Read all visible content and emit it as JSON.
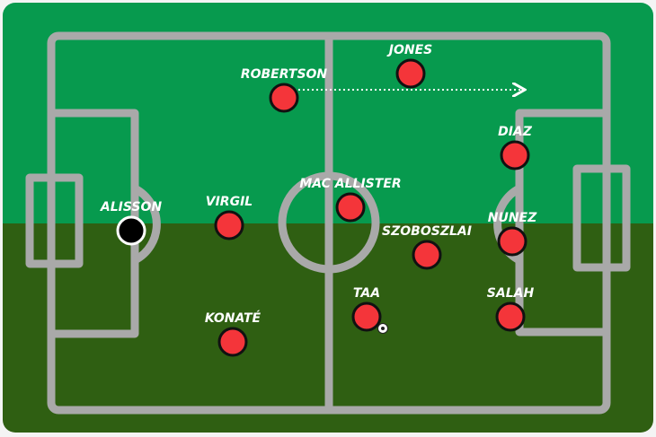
{
  "colors": {
    "pitch_top": "#079a4e",
    "pitch_bottom": "#2f5f12",
    "lines": "#a9a9a9",
    "player": "#f4353a",
    "goalkeeper": "#000000"
  },
  "players": [
    {
      "name": "ALISSON",
      "role": "goalkeeper"
    },
    {
      "name": "VIRGIL",
      "role": "outfield"
    },
    {
      "name": "KONATÉ",
      "role": "outfield"
    },
    {
      "name": "ROBERTSON",
      "role": "outfield"
    },
    {
      "name": "MAC ALLISTER",
      "role": "outfield"
    },
    {
      "name": "TAA",
      "role": "outfield"
    },
    {
      "name": "JONES",
      "role": "outfield"
    },
    {
      "name": "SZOBOSZLAI",
      "role": "outfield"
    },
    {
      "name": "DIAZ",
      "role": "outfield"
    },
    {
      "name": "NUNEZ",
      "role": "outfield"
    },
    {
      "name": "SALAH",
      "role": "outfield"
    }
  ],
  "ball_carrier": "TAA",
  "run_arrow_from": "ROBERTSON"
}
